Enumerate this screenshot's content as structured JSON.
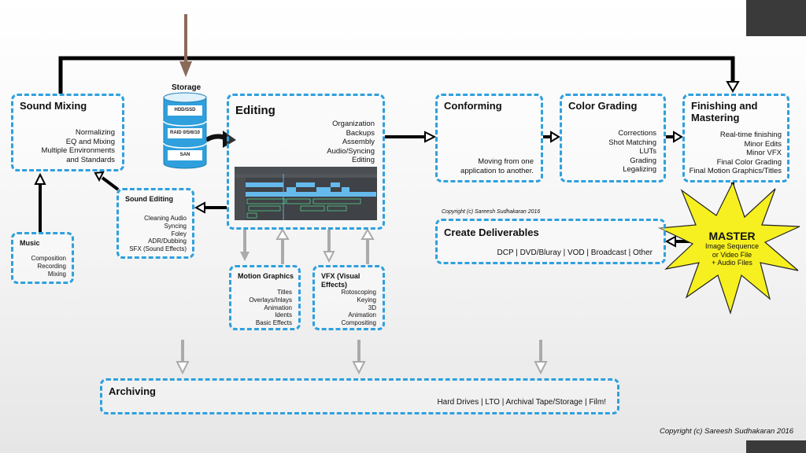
{
  "storage": {
    "title": "Storage",
    "disks": [
      "HDD/SSD",
      "RAID 0/5/6/10",
      "SAN"
    ]
  },
  "sound_mixing": {
    "title": "Sound Mixing",
    "lines": [
      "Normalizing",
      "EQ and Mixing",
      "Multiple Environments",
      "and Standards"
    ]
  },
  "music": {
    "title": "Music",
    "lines": [
      "Composition",
      "Recording",
      "Mixing"
    ]
  },
  "sound_editing": {
    "title": "Sound Editing",
    "lines": [
      "Cleaning Audio",
      "Syncing",
      "Foley",
      "ADR/Dubbing",
      "SFX (Sound Effects)"
    ]
  },
  "editing": {
    "title": "Editing",
    "lines": [
      "Organization",
      "Backups",
      "Assembly",
      "Audio/Syncing",
      "Editing"
    ]
  },
  "motion_graphics": {
    "title": "Motion Graphics",
    "lines": [
      "Titles",
      "Overlays/Inlays",
      "Animation",
      "Idents",
      "Basic Effects"
    ]
  },
  "vfx": {
    "title": "VFX (Visual Effects)",
    "lines": [
      "Rotoscoping",
      "Keying",
      "3D",
      "Animation",
      "Compositing"
    ]
  },
  "conforming": {
    "title": "Conforming",
    "lines": [
      "Moving from one",
      "application to another."
    ]
  },
  "color_grading": {
    "title": "Color Grading",
    "lines": [
      "Corrections",
      "Shot Matching",
      "LUTs",
      "Grading",
      "Legalizing"
    ]
  },
  "finishing": {
    "title": "Finishing and Mastering",
    "lines": [
      "Real-time finishing",
      "Minor Edits",
      "Minor VFX",
      "Final Color Grading",
      "Final Motion Graphics/Titles"
    ]
  },
  "deliverables": {
    "title": "Create Deliverables",
    "text": "DCP | DVD/Bluray | VOD | Broadcast | Other"
  },
  "master": {
    "title": "MASTER",
    "lines": [
      "Image Sequence",
      "or Video File",
      "+ Audio Files"
    ]
  },
  "archiving": {
    "title": "Archiving",
    "text": "Hard Drives | LTO | Archival Tape/Storage | Film!"
  },
  "copyright_small": "Copyright (c) Sareesh Sudhakaran 2016",
  "copyright_big": "Copyright (c) Sareesh Sudhakaran 2016",
  "colors": {
    "box_border": "#2fa0dd",
    "storage_arrow": "#8b6a5a",
    "gray_arrow": "#aaaaaa",
    "starburst": "#f7f020",
    "timeline_clip": "#4aaee8",
    "timeline_waveform": "#3ddc84"
  }
}
